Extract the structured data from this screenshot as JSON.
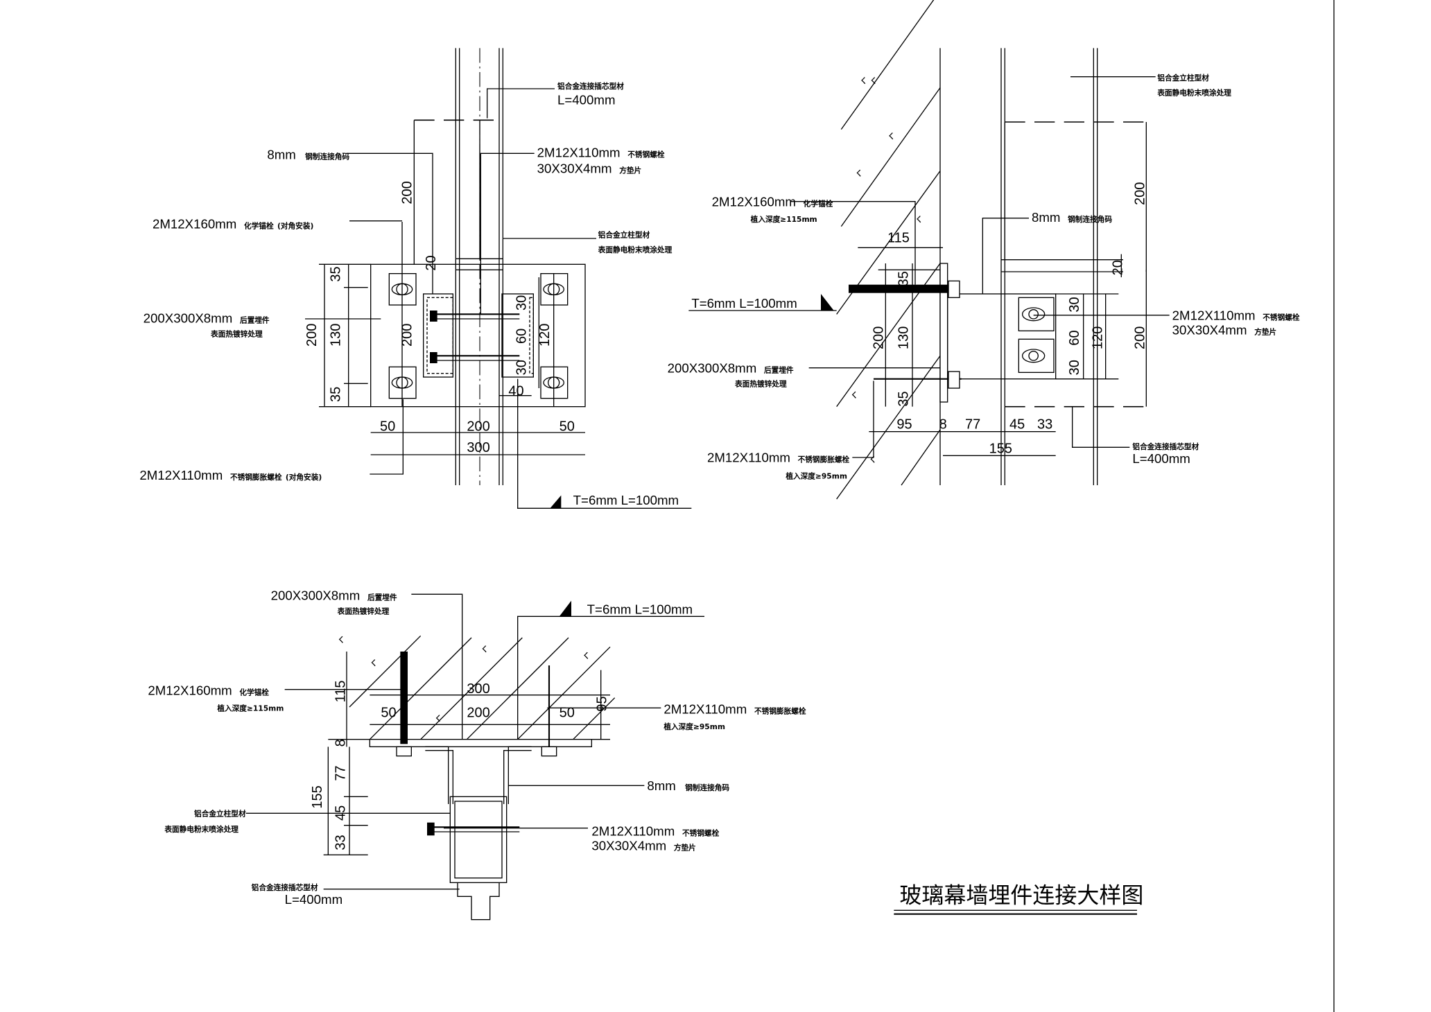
{
  "title": "玻璃幕墙埋件连接大样图",
  "labels": {
    "insert_core": "铝合金连接插芯型材",
    "insert_core_len": "L=400mm",
    "bracket_size": "8mm",
    "bracket_name": "钢制连接角码",
    "bolt_size": "2M12X110mm",
    "bolt_name": "不锈钢螺栓",
    "washer_size": "30X30X4mm",
    "washer_name": "方垫片",
    "chem_anchor_size": "2M12X160mm",
    "chem_anchor_name": "化学锚栓",
    "diag_install": "(对角安装)",
    "mullion": "铝合金立柱型材",
    "mullion_finish": "表面静电粉末喷涂处理",
    "plate_size": "200X300X8mm",
    "plate_name": "后置埋件",
    "plate_finish": "表面热镀锌处理",
    "exp_bolt_size": "2M12X110mm",
    "exp_bolt_name": "不锈钢膨胀螺栓",
    "weld": "T=6mm  L=100mm",
    "embed_115": "植入深度≥115mm",
    "embed_95": "植入深度≥95mm"
  },
  "view1": {
    "dims": [
      "35",
      "130",
      "35",
      "200",
      "200",
      "20",
      "200",
      "30",
      "60",
      "30",
      "120",
      "40",
      "50",
      "200",
      "50",
      "300"
    ]
  },
  "view2": {
    "dims": [
      "200",
      "20",
      "115",
      "35",
      "200",
      "130",
      "35",
      "30",
      "60",
      "30",
      "120",
      "200",
      "95",
      "8",
      "77",
      "45",
      "33",
      "155"
    ]
  },
  "view3": {
    "dims": [
      "300",
      "200",
      "50",
      "50",
      "115",
      "95",
      "8",
      "155",
      "77",
      "45",
      "33"
    ]
  }
}
